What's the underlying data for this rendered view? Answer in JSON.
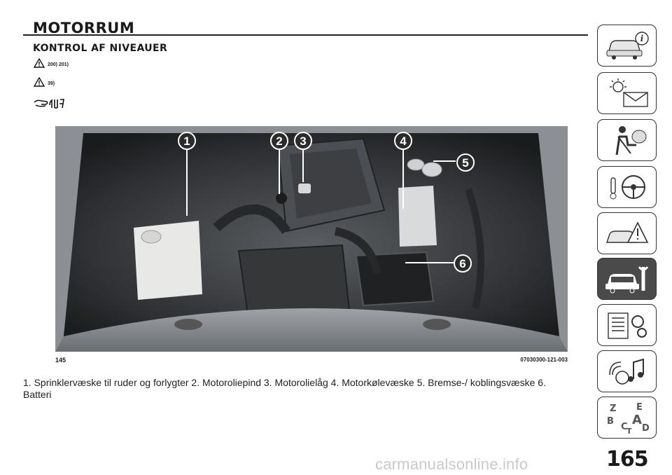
{
  "header": {
    "title": "MOTORRUM",
    "subtitle": "KONTROL AF NIVEAUER"
  },
  "warnings": [
    {
      "icon": "warning-triangle-icon",
      "refs": "200) 201)"
    },
    {
      "icon": "caution-triangle-icon",
      "refs": "39)"
    }
  ],
  "environment_icon": "hand-oil-icon",
  "figure": {
    "number": "145",
    "code": "07030300-121-003",
    "callouts": [
      "1",
      "2",
      "3",
      "4",
      "5",
      "6"
    ]
  },
  "caption": "  1. Sprinklervæske til ruder og forlygter   2. Motoroliepind   3. Motorolielåg   4. Motorkølevæske   5. Bremse-/ koblingsvæske   6. Batteri",
  "sidebar": {
    "tabs": [
      {
        "name": "car-info",
        "active": false
      },
      {
        "name": "lights-warnings",
        "active": false
      },
      {
        "name": "safety",
        "active": false
      },
      {
        "name": "starting-driving",
        "active": false
      },
      {
        "name": "emergency",
        "active": false
      },
      {
        "name": "maintenance",
        "active": true
      },
      {
        "name": "technical-data",
        "active": false
      },
      {
        "name": "multimedia",
        "active": false
      },
      {
        "name": "index",
        "active": false
      }
    ],
    "index_letters": [
      "Z",
      "E",
      "B",
      "A",
      "C",
      "D",
      "T"
    ]
  },
  "page_number": "165",
  "watermark": "carmanualsonline.info"
}
